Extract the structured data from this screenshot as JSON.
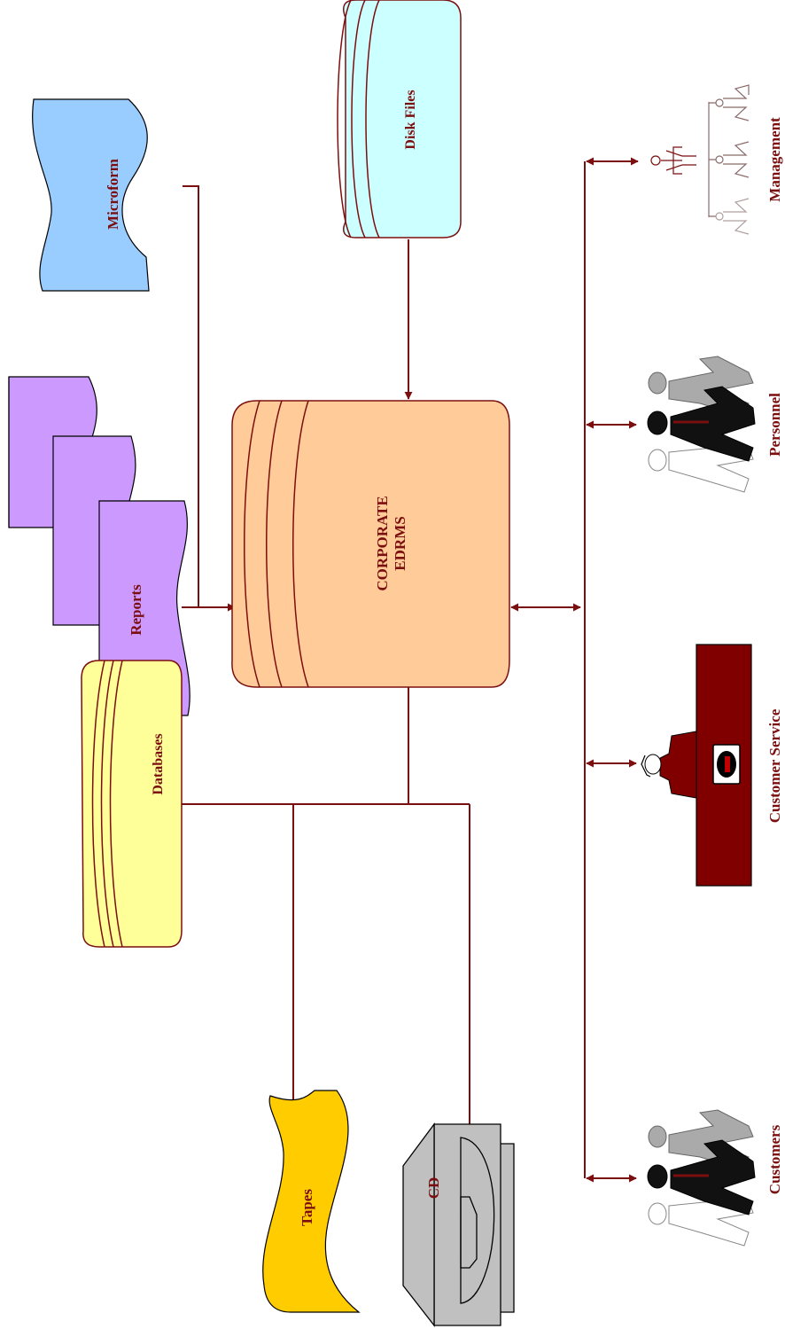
{
  "colors": {
    "line": "#7b0f0f",
    "label": "#7b0f0f",
    "reports_fill": "#cc99ff",
    "microform_fill": "#99ccff",
    "disk_fill": "#ccffff",
    "edrms_fill": "#ffcc99",
    "database_fill": "#ffff99",
    "tapes_fill": "#ffcc00",
    "cd_fill": "#c0c0c0",
    "service_fill": "#800000"
  },
  "sources": {
    "microform": "Microform",
    "disk_files": "Disk Files",
    "reports": "Reports",
    "databases": "Databases",
    "tapes": "Tapes",
    "cd": "CD"
  },
  "hub": {
    "line1": "CORPORATE",
    "line2": "EDRMS"
  },
  "users": {
    "management": "Management",
    "personnel": "Personnel",
    "customer_service": "Customer Service",
    "customers": "Customers"
  }
}
